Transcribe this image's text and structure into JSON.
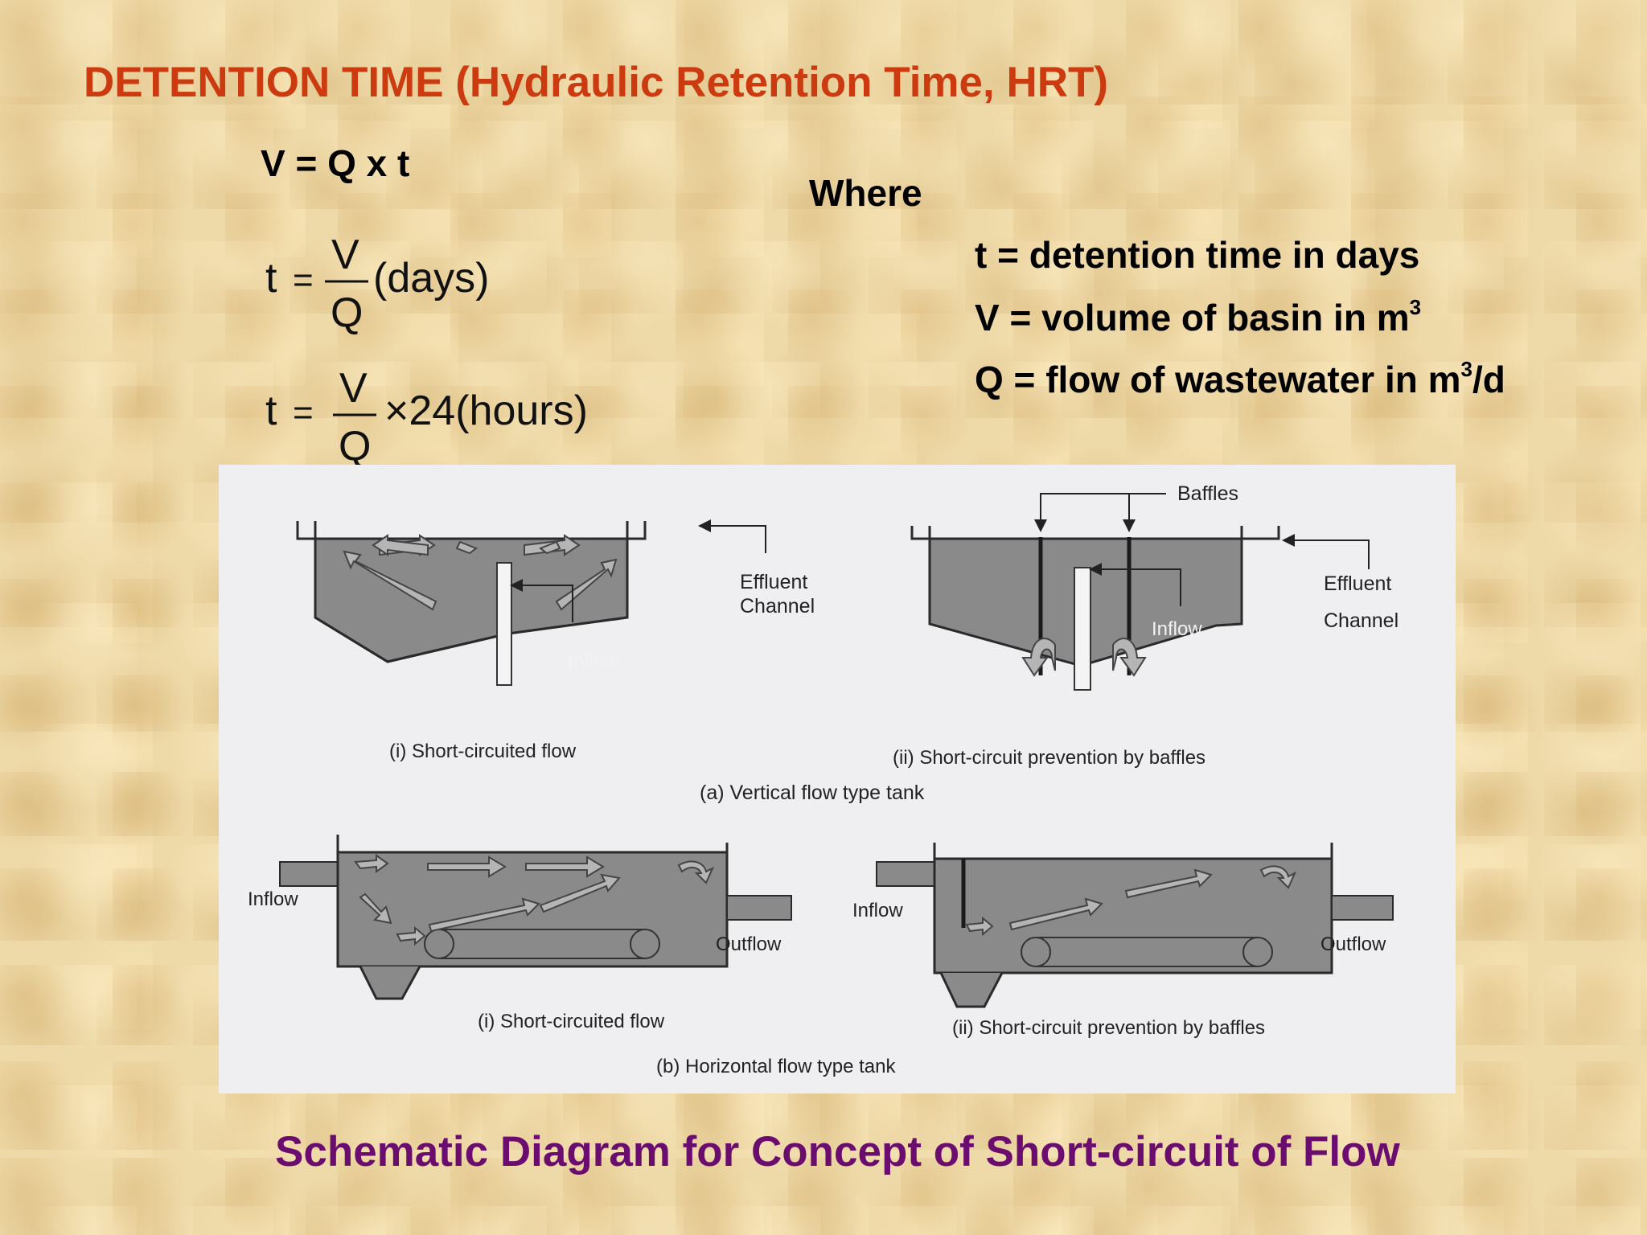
{
  "slide": {
    "title": "DETENTION TIME (Hydraulic Retention Time, HRT)",
    "equation_main": "V = Q x t",
    "formula_days": {
      "lhs": "t",
      "num": "V",
      "den": "Q",
      "suffix": "(days)"
    },
    "formula_hours": {
      "lhs": "t",
      "num": "V",
      "den": "Q",
      "suffix": "×24(hours)"
    },
    "where_label": "Where",
    "definitions": [
      {
        "text": "t = detention time in days",
        "sup": "",
        "tail": ""
      },
      {
        "text": "V = volume of basin in m",
        "sup": "3",
        "tail": ""
      },
      {
        "text": "Q = flow of wastewater in m",
        "sup": "3",
        "tail": "/d"
      }
    ],
    "caption": "Schematic Diagram for Concept of Short-circuit of Flow"
  },
  "diagram": {
    "labels": {
      "effluent_channel_1": [
        "Effluent",
        "Channel"
      ],
      "inflow_1": "Inflow",
      "baffles": "Baffles",
      "effluent_channel_2": [
        "Effluent",
        "Channel"
      ],
      "inflow_2": "Inflow",
      "sub_a_i": "(i) Short-circuited flow",
      "sub_a_ii": "(ii) Short-circuit prevention by baffles",
      "group_a": "(a) Vertical flow type tank",
      "inflow_3": "Inflow",
      "outflow_3": "Outflow",
      "inflow_4": "Inflow",
      "outflow_4": "Outflow",
      "sub_b_i": "(i) Short-circuited flow",
      "sub_b_ii": "(ii) Short-circuit prevention by baffles",
      "group_b": "(b) Horizontal flow type tank"
    }
  },
  "colors": {
    "title": "#cc3a10",
    "caption": "#6a0d6e",
    "tank_fill": "#8a8a8a",
    "tank_stroke": "#2a2a2a",
    "arrow_fill": "#b5b5b5"
  }
}
